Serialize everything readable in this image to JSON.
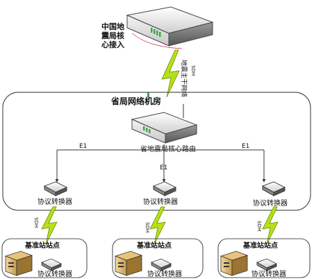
{
  "core": {
    "label_lines": [
      "中国地",
      "震局核",
      "心接入"
    ]
  },
  "uplink": {
    "label": "地震主干网络",
    "medium": "SDH"
  },
  "province": {
    "title": "省局网络机房",
    "router_label": "省地震局核心路由"
  },
  "links": {
    "e1": "E1"
  },
  "converters": {
    "label": "协议转换器"
  },
  "downlink": {
    "medium": "SDH"
  },
  "stations": [
    {
      "title": "基准站站点",
      "device_label": "协议转换器"
    },
    {
      "title": "基准站站点",
      "device_label": "协议转换器"
    },
    {
      "title": "基准站站点",
      "device_label": "协议转换器"
    }
  ],
  "colors": {
    "lightning": "#b6e016",
    "lightning_edge": "#6a8a0a",
    "device_green": "#3ca64a",
    "line": "#333333"
  }
}
